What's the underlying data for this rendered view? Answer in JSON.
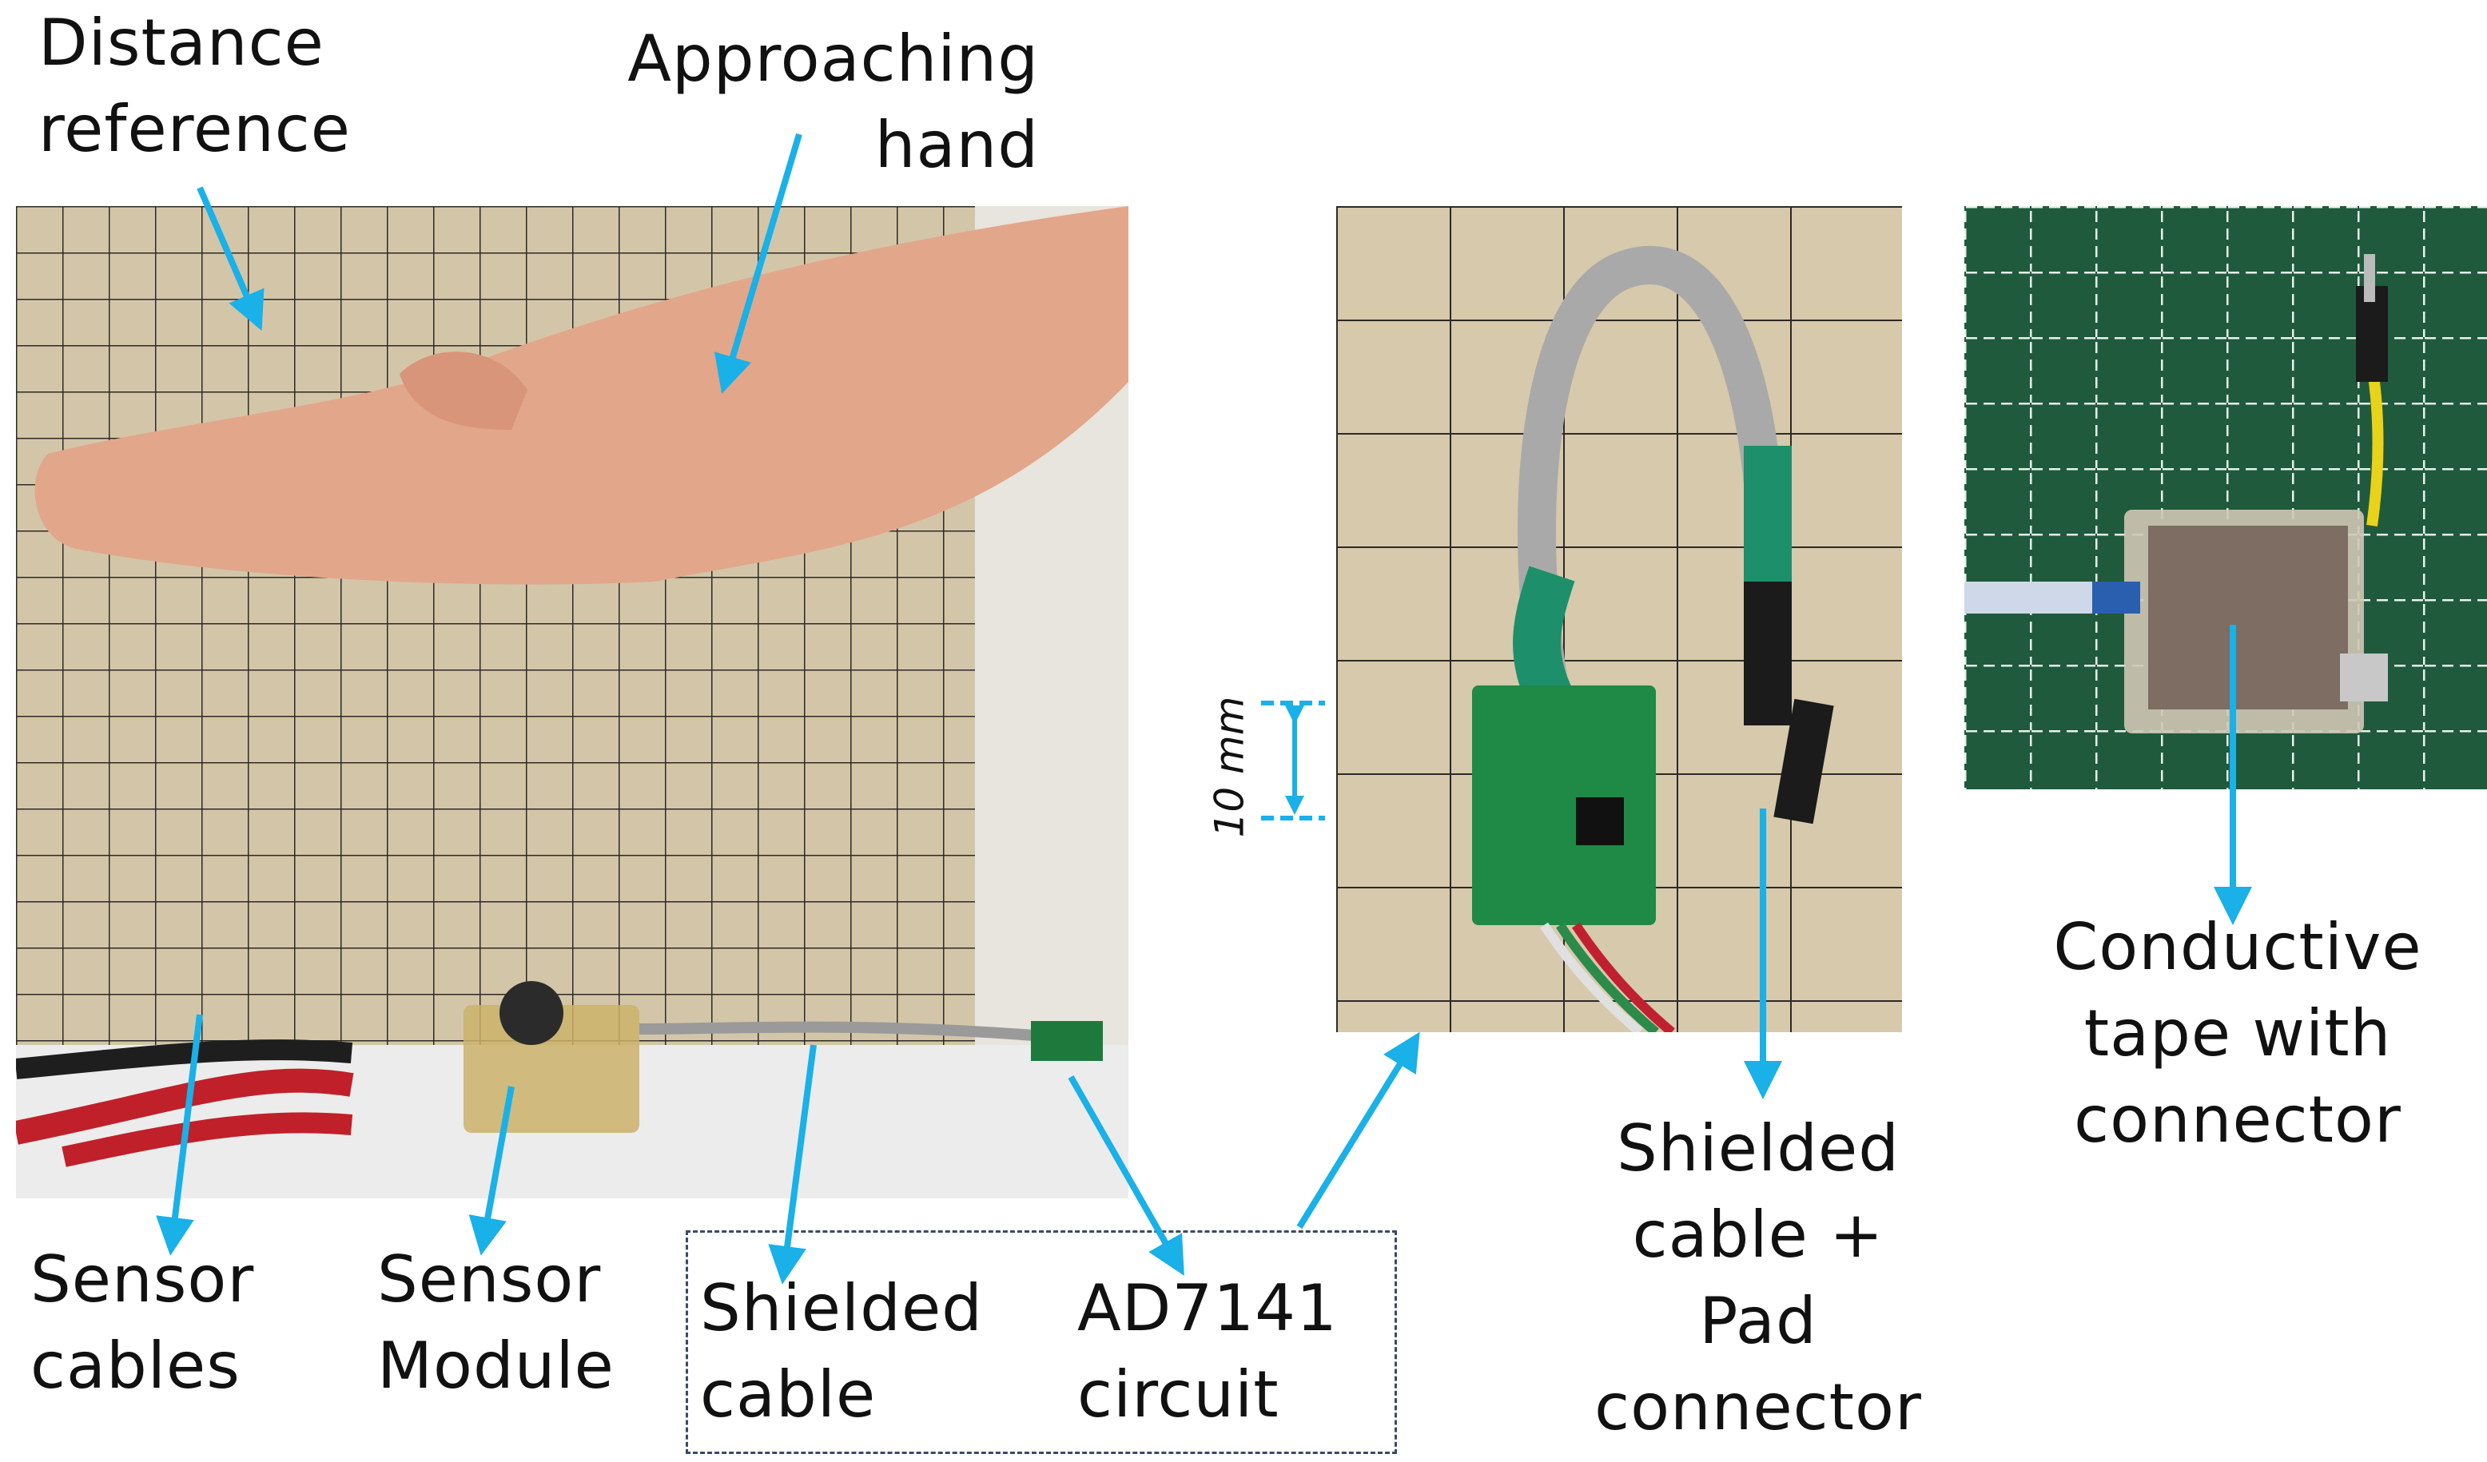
{
  "labels": {
    "distance_reference": [
      "Distance",
      "reference"
    ],
    "approaching_hand": [
      "Approaching",
      "hand"
    ],
    "sensor_cables": [
      "Sensor",
      "cables"
    ],
    "sensor_module": [
      "Sensor",
      "Module"
    ],
    "shielded_cable": [
      "Shielded",
      "cable"
    ],
    "ad7141_circuit": [
      "AD7141",
      "circuit"
    ],
    "shielded_cable_pad": [
      "Shielded",
      "cable +",
      "Pad",
      "connector"
    ],
    "conductive_tape": [
      "Conductive",
      "tape with",
      "connector"
    ],
    "scale": "10 mm"
  },
  "colors": {
    "arrow": "#1ab0e8",
    "grid_paper": "#d8cdb4",
    "green_mat": "#1f5a3c",
    "dashed_box": "#3a4a66"
  }
}
